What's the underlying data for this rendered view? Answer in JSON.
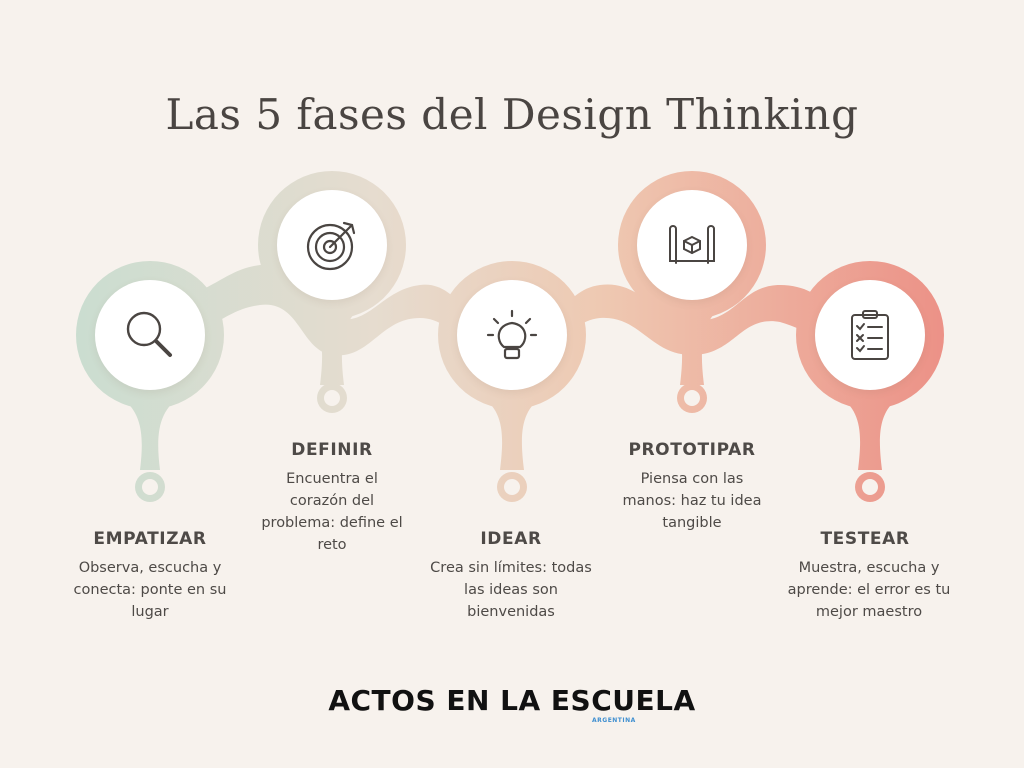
{
  "title": "Las 5 fases del Design Thinking",
  "colors": {
    "background": "#f7f2ed",
    "path_start": "#c9ddd0",
    "path_mid": "#ecc9b5",
    "path_end": "#ec8f85",
    "text": "#4e4a47"
  },
  "phases": [
    {
      "label": "EMPATIZAR",
      "description": "Observa, escucha y conecta: ponte en su lugar",
      "icon": "magnifier-icon"
    },
    {
      "label": "DEFINIR",
      "description": "Encuentra el corazón del problema: define el reto",
      "icon": "target-arrow-icon"
    },
    {
      "label": "IDEAR",
      "description": "Crea sin límites: todas las ideas son bienvenidas",
      "icon": "lightbulb-icon"
    },
    {
      "label": "PROTOTIPAR",
      "description": "Piensa con las manos: haz tu idea tangible",
      "icon": "blueprint-icon"
    },
    {
      "label": "TESTEAR",
      "description": "Muestra, escucha y aprende: el error es tu mejor maestro",
      "icon": "checklist-icon"
    }
  ],
  "logo": {
    "text": "ACTOS EN LA ESCUELA",
    "subtext": "ARGENTINA"
  }
}
